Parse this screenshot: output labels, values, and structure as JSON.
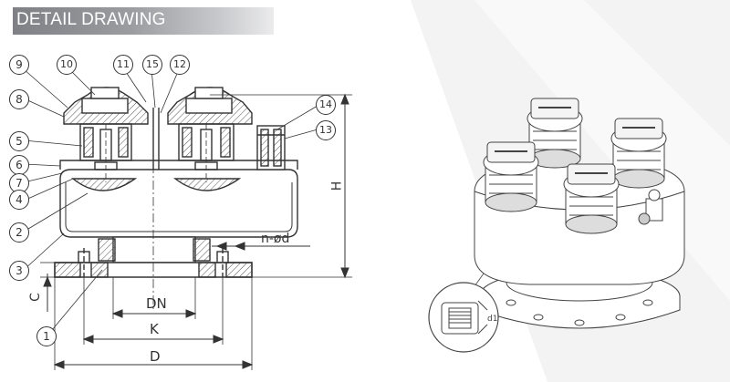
{
  "header": {
    "title": "DETAIL DRAWING"
  },
  "callouts": [
    "9",
    "10",
    "11",
    "15",
    "12",
    "8",
    "14",
    "13",
    "5",
    "6",
    "7",
    "4",
    "2",
    "3",
    "1"
  ],
  "dimensions": {
    "H": "H",
    "n_od": "n-ød",
    "C": "C",
    "DN": "DN",
    "K": "K",
    "D": "D",
    "detail_thread": "d1"
  },
  "colors": {
    "line": "#333333",
    "hatch": "#555555",
    "title_bar": "#8e9094",
    "title_text": "#ffffff"
  }
}
